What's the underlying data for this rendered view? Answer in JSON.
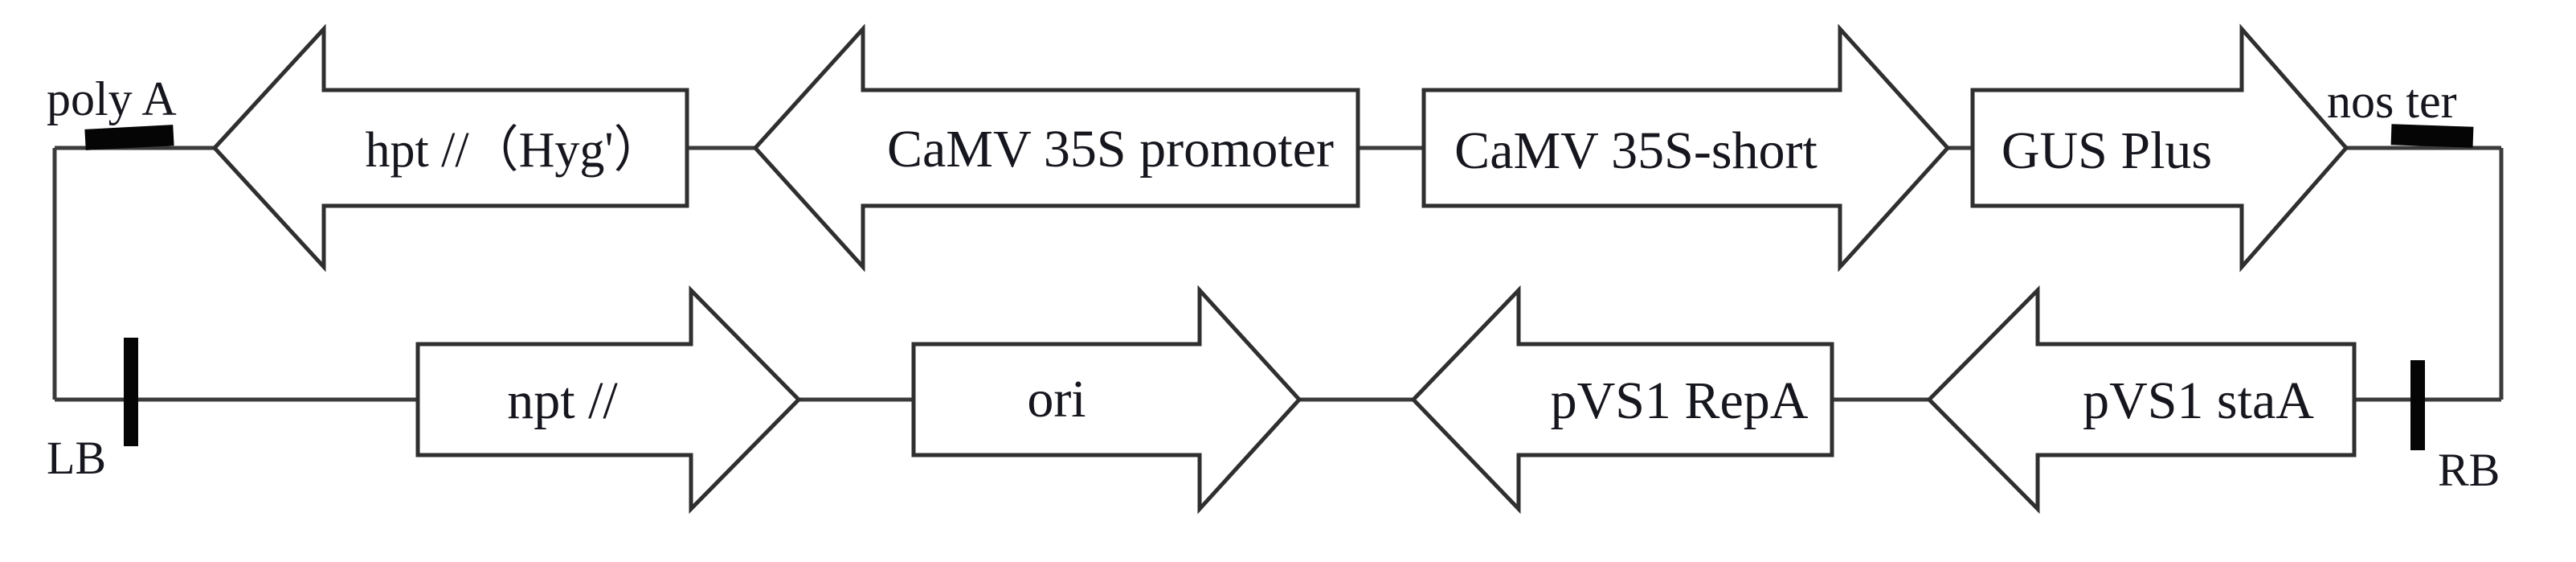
{
  "diagram": {
    "description_labels": {
      "poly_a": "poly A",
      "nos_ter": "nos ter",
      "lb": "LB",
      "rb": "RB"
    },
    "top": {
      "arrows": [
        {
          "label": "hpt //（Hyg'）",
          "direction": "left"
        },
        {
          "label": "CaMV 35S promoter",
          "direction": "left"
        },
        {
          "label": "CaMV 35S-short",
          "direction": "right"
        },
        {
          "label": "GUS Plus",
          "direction": "right"
        }
      ]
    },
    "bottom": {
      "arrows": [
        {
          "label": "npt //",
          "direction": "right"
        },
        {
          "label": "ori",
          "direction": "right"
        },
        {
          "label": "pVS1 RepA",
          "direction": "left"
        },
        {
          "label": "pVS1 staA",
          "direction": "left"
        }
      ]
    },
    "colors": {
      "background": "#ffffff",
      "arrow_fill": "#ffffff",
      "arrow_outline": "#2f2f2f",
      "backbone_line": "#3b3b3b",
      "site_marker": "#050505",
      "text": "#16161e"
    }
  }
}
